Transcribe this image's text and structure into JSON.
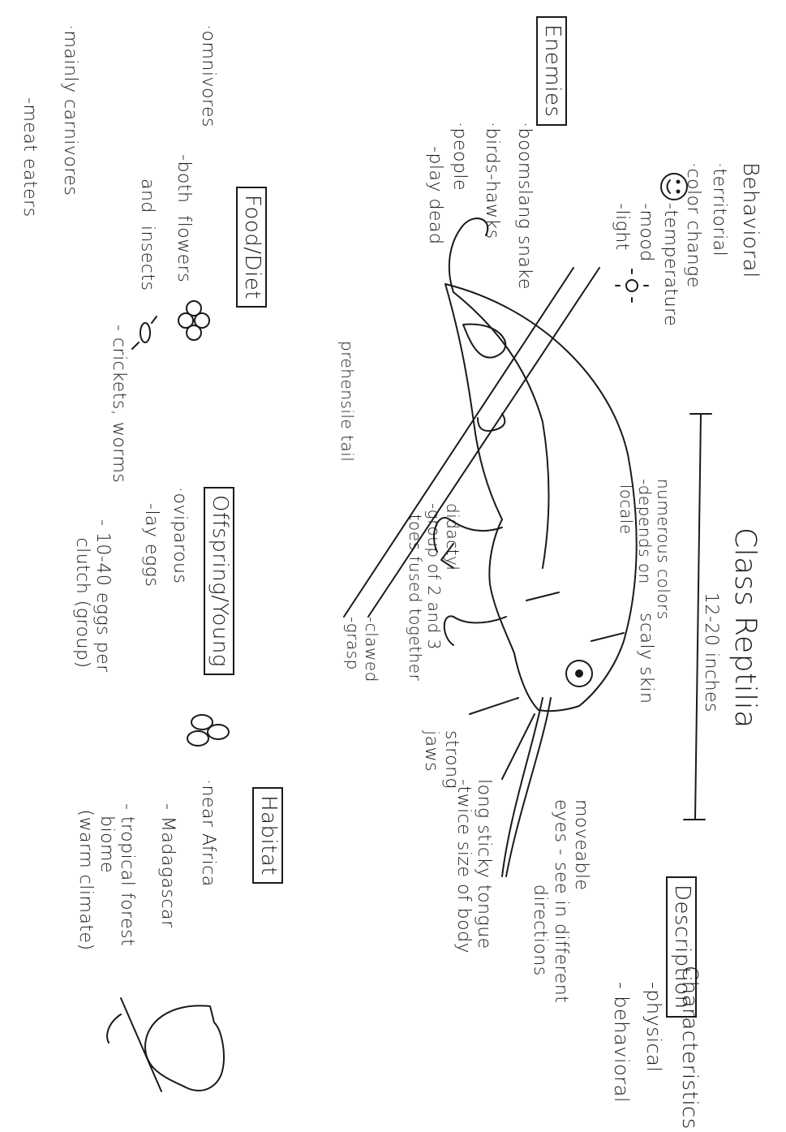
{
  "title": "Class Reptilia",
  "size": "12-20 inches",
  "description": {
    "label": "Description",
    "characteristics": "Characteristics",
    "physical": "-physical",
    "behavioral": "- behavioral"
  },
  "body_notes": {
    "moveable_eyes": "moveable\neyes - see in different\n              directions",
    "tongue": "long sticky tongue\n-twice size of body",
    "strong_jaws": "strong\njaws",
    "scaly_skin": "scaly skin",
    "colors": "numerous colors\n-depends on\n locale",
    "didactyl": "didactyl\n-group of 2 and 3\n  toes fused together",
    "clawed": "-clawed\n-grasp",
    "tail": "prehensile tail"
  },
  "behavioral": {
    "heading": "Behavioral",
    "territorial": "·territorial",
    "color_change": "·color change",
    "temperature": "-temperature",
    "mood": "-mood",
    "light": "-light"
  },
  "enemies": {
    "label": "Enemies",
    "items": [
      "·boomslang snake",
      "·birds-hawks",
      "·people",
      "-play dead"
    ]
  },
  "food": {
    "label": "Food/Diet",
    "omnivores": "·omnivores",
    "both": "-both  flowers",
    "insects": "and  insects",
    "crickets": "- crickets, worms",
    "carnivores": "·mainly carnivores",
    "meat": "-meat eaters"
  },
  "offspring": {
    "label": "Offspring/Young",
    "oviparous": "·oviparous",
    "lay_eggs": "-lay eggs",
    "clutch": "- 10-40 eggs per\n   clutch (group)"
  },
  "habitat": {
    "label": "Habitat",
    "near_africa": "·near Africa",
    "madagascar": "- Madagascar",
    "forest": "- tropical forest\n  biome\n (warm climate)"
  },
  "icons": [
    "smiley-face-icon",
    "sun-icon",
    "flower-icon",
    "insect-icon",
    "eggs-icon",
    "africa-map-icon",
    "chameleon-drawing"
  ]
}
